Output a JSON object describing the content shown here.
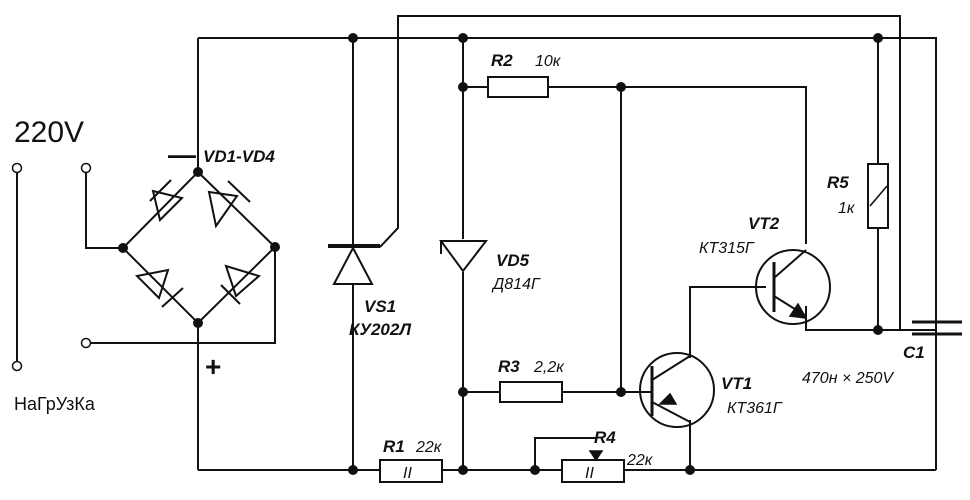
{
  "supply": {
    "voltage": "220V",
    "load": "НаГрУзКа"
  },
  "bridge": {
    "ref": "VD1-VD4",
    "minus": "—",
    "plus": "+"
  },
  "thyristor": {
    "ref": "VS1",
    "model": "КУ202Л"
  },
  "zener": {
    "ref": "VD5",
    "model": "Д814Г"
  },
  "r1": {
    "ref": "R1",
    "value": "22к",
    "glyph": "II"
  },
  "r2": {
    "ref": "R2",
    "value": "10к"
  },
  "r3": {
    "ref": "R3",
    "value": "2,2к"
  },
  "r4": {
    "ref": "R4",
    "value": "22к",
    "glyph": "II"
  },
  "r5": {
    "ref": "R5",
    "value": "1к"
  },
  "vt1": {
    "ref": "VT1",
    "model": "КТ361Г"
  },
  "vt2": {
    "ref": "VT2",
    "model": "КТ315Г"
  },
  "c1": {
    "ref": "C1",
    "value": "470н × 250V"
  }
}
